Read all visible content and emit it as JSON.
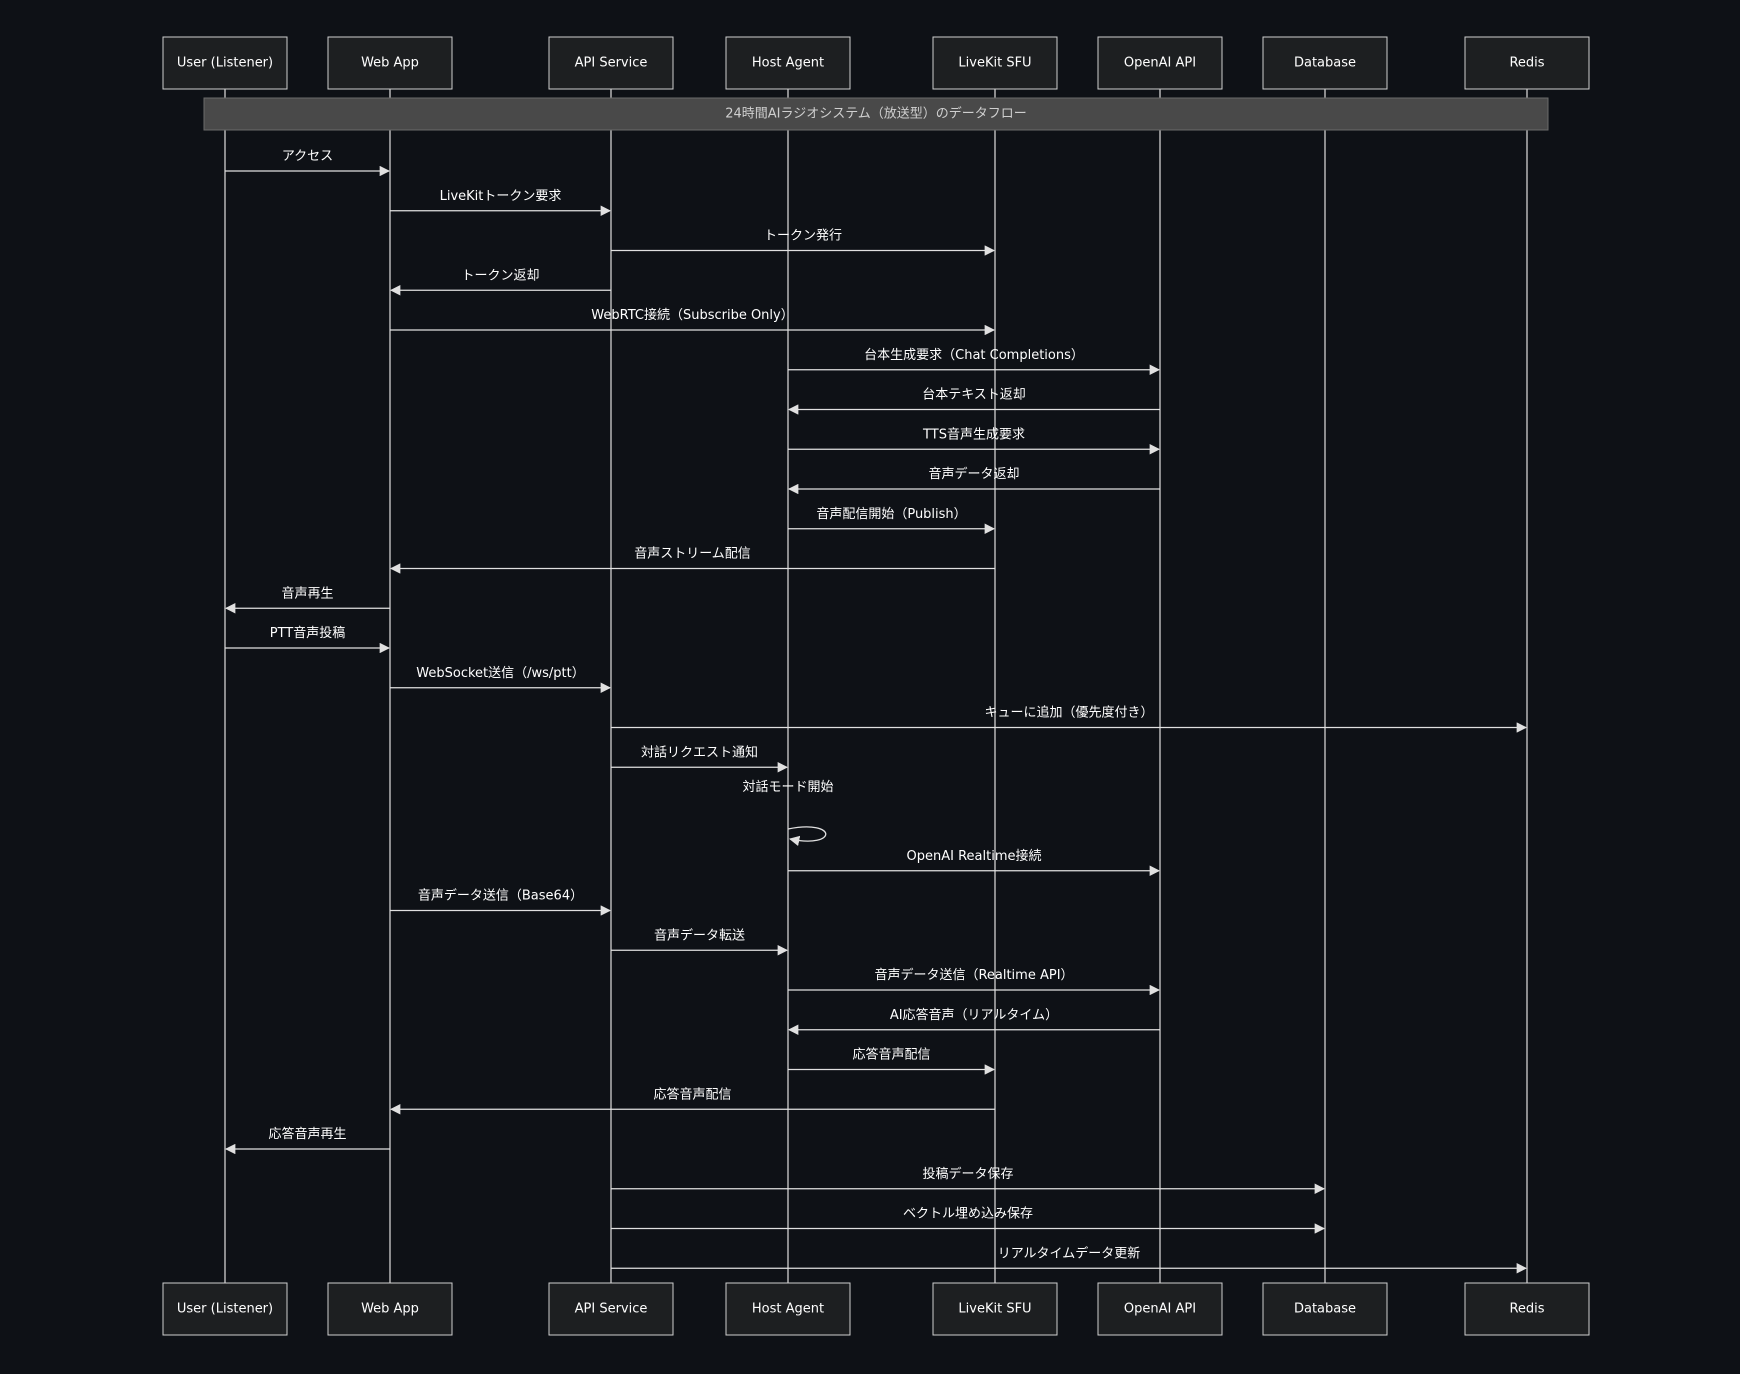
{
  "diagram": {
    "title_note": "24時間AIラジオシステム（放送型）のデータフロー",
    "participants": [
      {
        "id": "user",
        "label": "User (Listener)"
      },
      {
        "id": "web",
        "label": "Web App"
      },
      {
        "id": "api",
        "label": "API Service"
      },
      {
        "id": "host",
        "label": "Host Agent"
      },
      {
        "id": "sfu",
        "label": "LiveKit SFU"
      },
      {
        "id": "openai",
        "label": "OpenAI API"
      },
      {
        "id": "db",
        "label": "Database"
      },
      {
        "id": "redis",
        "label": "Redis"
      }
    ],
    "messages": [
      {
        "from": "user",
        "to": "web",
        "label": "アクセス"
      },
      {
        "from": "web",
        "to": "api",
        "label": "LiveKitトークン要求"
      },
      {
        "from": "api",
        "to": "sfu",
        "label": "トークン発行"
      },
      {
        "from": "api",
        "to": "web",
        "label": "トークン返却"
      },
      {
        "from": "web",
        "to": "sfu",
        "label": "WebRTC接続（Subscribe Only）"
      },
      {
        "from": "host",
        "to": "openai",
        "label": "台本生成要求（Chat Completions）"
      },
      {
        "from": "openai",
        "to": "host",
        "label": "台本テキスト返却"
      },
      {
        "from": "host",
        "to": "openai",
        "label": "TTS音声生成要求"
      },
      {
        "from": "openai",
        "to": "host",
        "label": "音声データ返却"
      },
      {
        "from": "host",
        "to": "sfu",
        "label": "音声配信開始（Publish）"
      },
      {
        "from": "sfu",
        "to": "web",
        "label": "音声ストリーム配信"
      },
      {
        "from": "web",
        "to": "user",
        "label": "音声再生"
      },
      {
        "from": "user",
        "to": "web",
        "label": "PTT音声投稿"
      },
      {
        "from": "web",
        "to": "api",
        "label": "WebSocket送信（/ws/ptt）"
      },
      {
        "from": "api",
        "to": "redis",
        "label": "キューに追加（優先度付き）"
      },
      {
        "from": "api",
        "to": "host",
        "label": "対話リクエスト通知"
      },
      {
        "from": "host",
        "to": "host",
        "label": "対話モード開始"
      },
      {
        "from": "host",
        "to": "openai",
        "label": "OpenAI Realtime接続"
      },
      {
        "from": "web",
        "to": "api",
        "label": "音声データ送信（Base64）"
      },
      {
        "from": "api",
        "to": "host",
        "label": "音声データ転送"
      },
      {
        "from": "host",
        "to": "openai",
        "label": "音声データ送信（Realtime API）"
      },
      {
        "from": "openai",
        "to": "host",
        "label": "AI応答音声（リアルタイム）"
      },
      {
        "from": "host",
        "to": "sfu",
        "label": "応答音声配信"
      },
      {
        "from": "sfu",
        "to": "web",
        "label": "応答音声配信"
      },
      {
        "from": "web",
        "to": "user",
        "label": "応答音声再生"
      },
      {
        "from": "api",
        "to": "db",
        "label": "投稿データ保存"
      },
      {
        "from": "api",
        "to": "db",
        "label": "ベクトル埋め込み保存"
      },
      {
        "from": "api",
        "to": "redis",
        "label": "リアルタイムデータ更新"
      }
    ]
  }
}
